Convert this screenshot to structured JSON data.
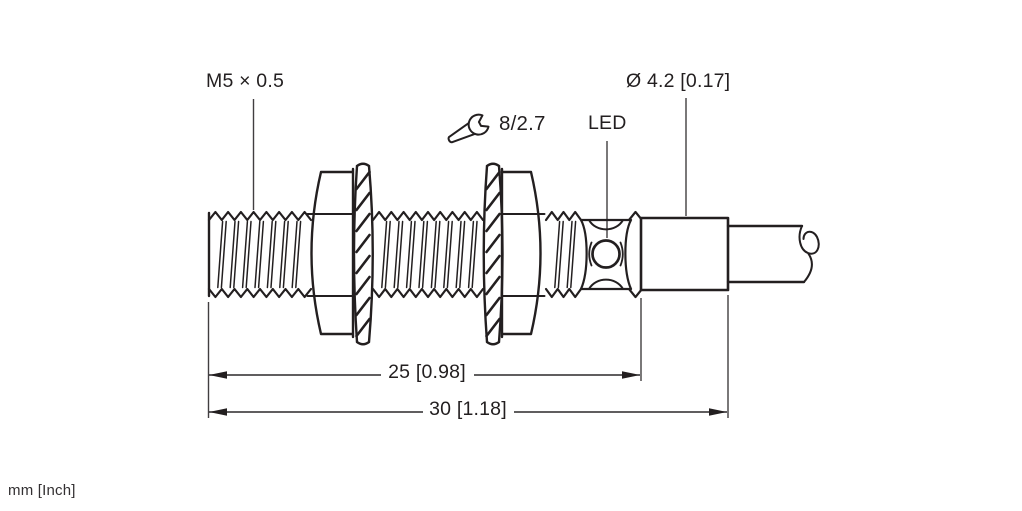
{
  "diagram": {
    "labels": {
      "thread_spec": "M5 × 0.5",
      "wrench_size": "8/2.7",
      "led": "LED",
      "diameter": "Ø 4.2 [0.17]"
    },
    "dimensions": {
      "thread_length": "25 [0.98]",
      "overall_length": "30 [1.18]"
    },
    "units_note": "mm [Inch]",
    "icons": {
      "wrench": "wrench-icon"
    },
    "colors": {
      "line": "#231f20",
      "thin_line": "#413e40",
      "background": "#ffffff"
    }
  }
}
